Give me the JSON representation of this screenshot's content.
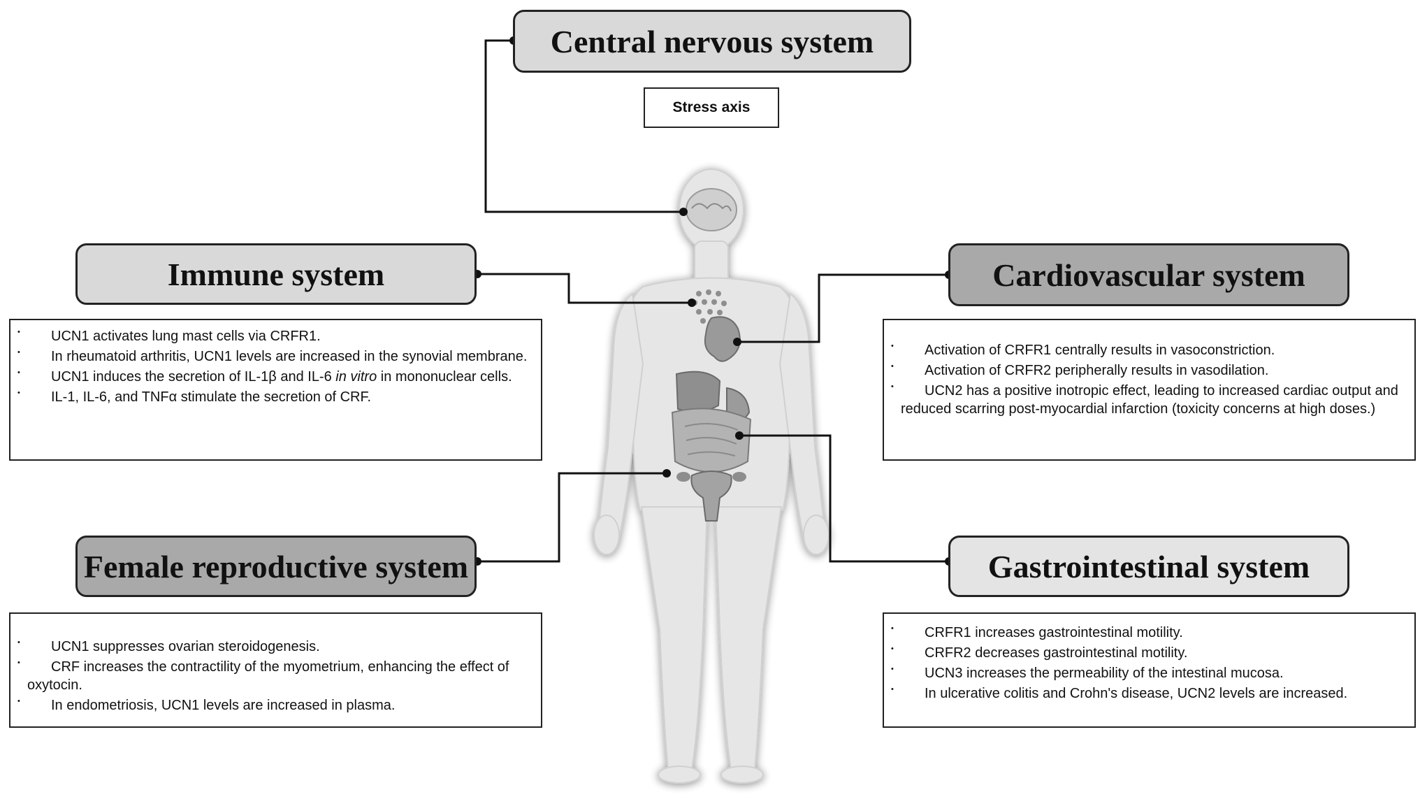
{
  "cns": {
    "title": "Central nervous system",
    "sub": "Stress axis"
  },
  "immune": {
    "title": "Immune system",
    "items": [
      "UCN1 activates lung mast cells via CRFR1.",
      "In rheumatoid arthritis, UCN1 levels are increased in the synovial membrane.",
      "UCN1 induces the secretion of IL-1β and IL-6",
      "in vitro",
      "in mononuclear cells.",
      "IL-1, IL-6, and TNFα stimulate the secretion of CRF."
    ]
  },
  "cardio": {
    "title": "Cardiovascular system",
    "items": [
      "Activation of CRFR1 centrally results in vasoconstriction.",
      "Activation of CRFR2 peripherally results in vasodilation.",
      "UCN2 has a positive inotropic effect, leading to increased cardiac output and reduced scarring post-myocardial infarction (toxicity concerns at high doses.)"
    ]
  },
  "female": {
    "title": "Female reproductive system",
    "items": [
      "UCN1 suppresses ovarian steroidogenesis.",
      "CRF increases the contractility of the myometrium, enhancing the effect of oxytocin.",
      "In endometriosis, UCN1 levels are increased in plasma."
    ]
  },
  "gi": {
    "title": "Gastrointestinal system",
    "items": [
      "CRFR1 increases gastrointestinal motility.",
      "CRFR2 decreases gastrointestinal motility.",
      "UCN3 increases the permeability of the intestinal mucosa.",
      "In ulcerative colitis and Crohn's disease, UCN2 levels are increased."
    ]
  }
}
